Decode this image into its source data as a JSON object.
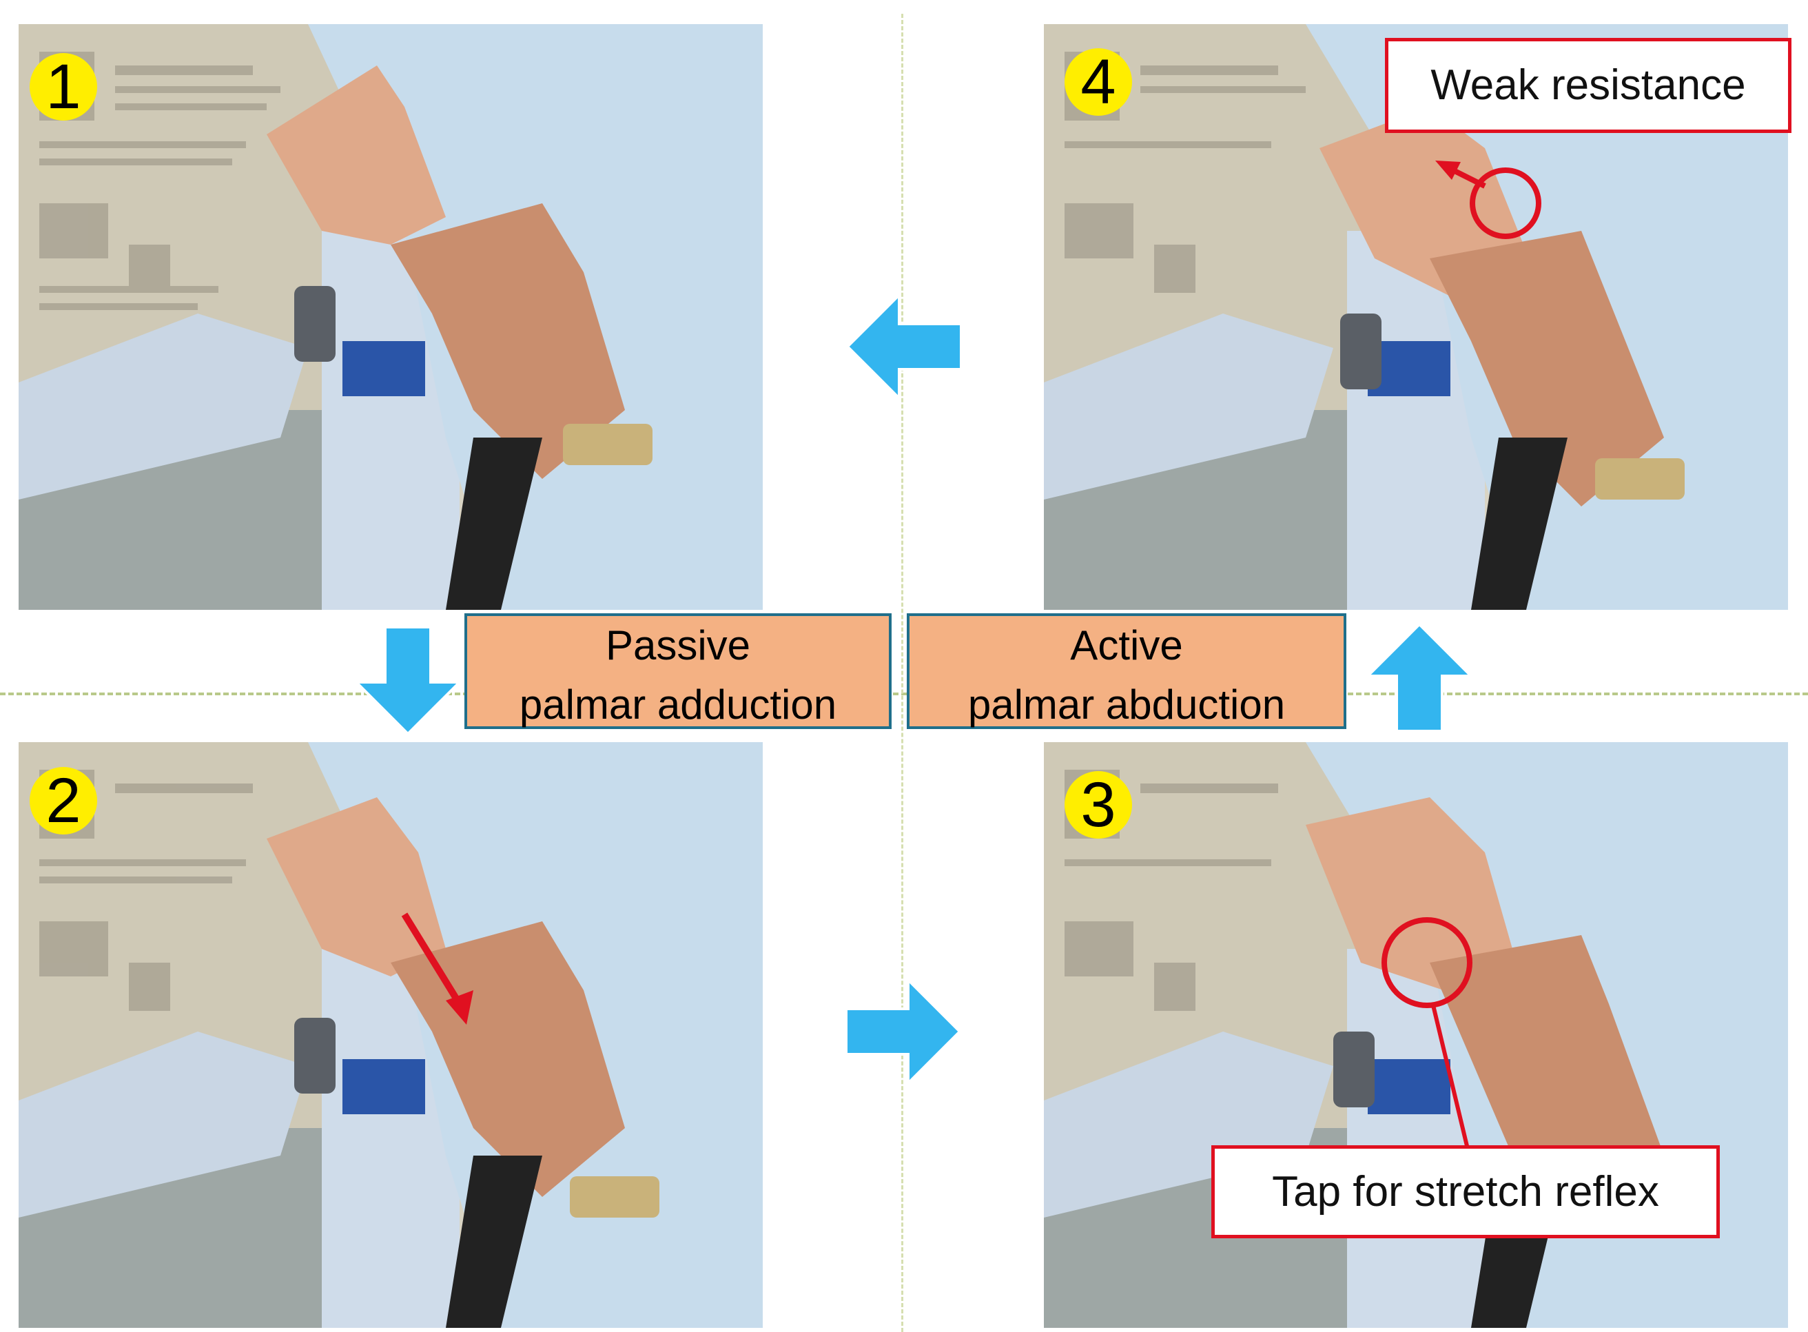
{
  "panels": [
    {
      "id": "1",
      "label": "1"
    },
    {
      "id": "2",
      "label": "2"
    },
    {
      "id": "3",
      "label": "3"
    },
    {
      "id": "4",
      "label": "4"
    }
  ],
  "labels": {
    "passive": {
      "line1": "Passive",
      "line2": "palmar adduction"
    },
    "active": {
      "line1": "Active",
      "line2": "palmar abduction"
    }
  },
  "callouts": {
    "weak_resistance": "Weak resistance",
    "tap_reflex": "Tap for stretch reflex"
  },
  "colors": {
    "arrow_blue": "#33b5ef",
    "label_fill": "#f4b183",
    "label_border": "#1f6f8b",
    "callout_red": "#e01020",
    "badge_yellow": "#ffee00"
  }
}
